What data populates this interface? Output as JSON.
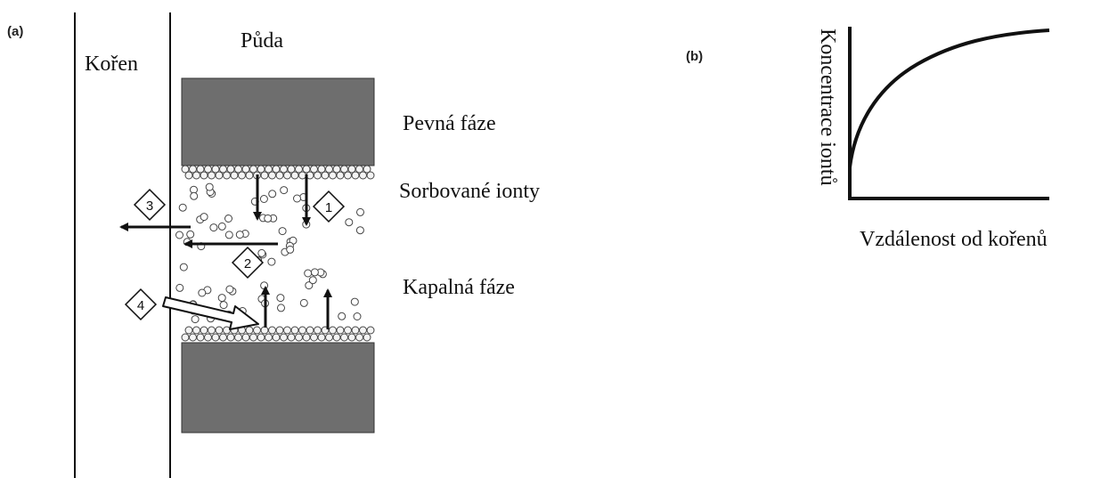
{
  "panel_a": {
    "label": "(a)",
    "root_label": "Kořen",
    "soil_label": "Půda",
    "solid_phase": "Pevná fáze",
    "sorbed_ions": "Sorbované ionty",
    "liquid_phase": "Kapalná fáze",
    "markers": [
      "1",
      "2",
      "3",
      "4"
    ]
  },
  "panel_b": {
    "label": "(b)",
    "y_axis_label": "Koncentrace iontů",
    "x_axis_label": "Vzdálenost od kořenů"
  },
  "colors": {
    "line": "#111111",
    "solid_fill": "#6e6e6e",
    "bead_fill": "#f4f4f4",
    "ion_stroke": "#444444",
    "background": "#ffffff"
  }
}
